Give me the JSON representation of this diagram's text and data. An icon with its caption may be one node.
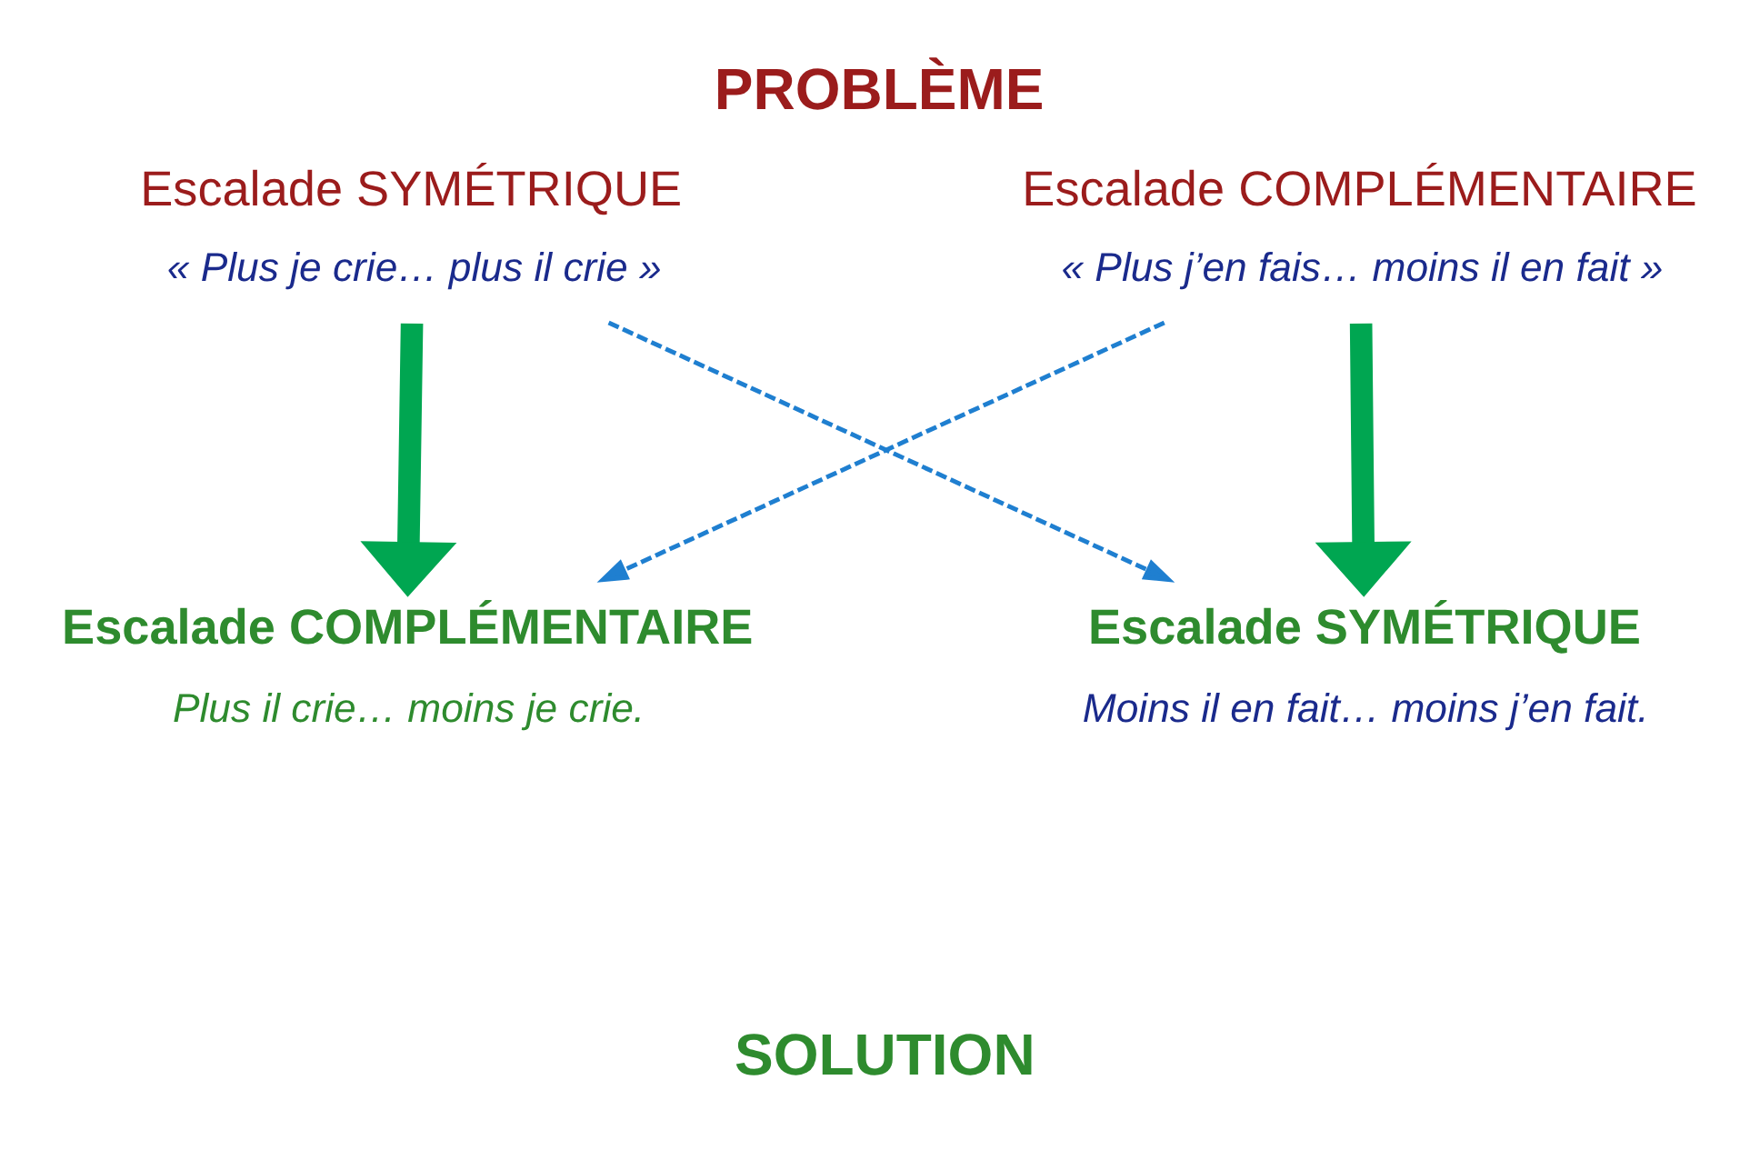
{
  "diagram": {
    "title": "PROBLÈME",
    "caption": "SOLUTION",
    "nodes": [
      {
        "text": [
          "Escalade SYMÉTRIQUE",
          "« Plus je crie… plus il crie »"
        ]
      },
      {
        "text": [
          "Escalade COMPLÉMENTAIRE",
          "« Plus j’en fais… moins il en fait »"
        ]
      },
      {
        "text": [
          "Escalade COMPLÉMENTAIRE",
          "Plus il crie… moins je crie."
        ]
      },
      {
        "text": [
          "Escalade SYMÉTRIQUE",
          "Moins il en fait… moins j’en fait."
        ]
      }
    ],
    "edges": [
      {
        "from": 0,
        "to": 2,
        "arrow": "to",
        "style": "thick",
        "color": "#00a651"
      },
      {
        "from": 1,
        "to": 3,
        "arrow": "to",
        "style": "thick",
        "color": "#00a651"
      },
      {
        "from": 0,
        "to": 3,
        "arrow": "to",
        "style": "dashed",
        "color": "#1f7fd0"
      },
      {
        "from": 1,
        "to": 2,
        "arrow": "to",
        "style": "dashed",
        "color": "#1f7fd0"
      }
    ]
  }
}
